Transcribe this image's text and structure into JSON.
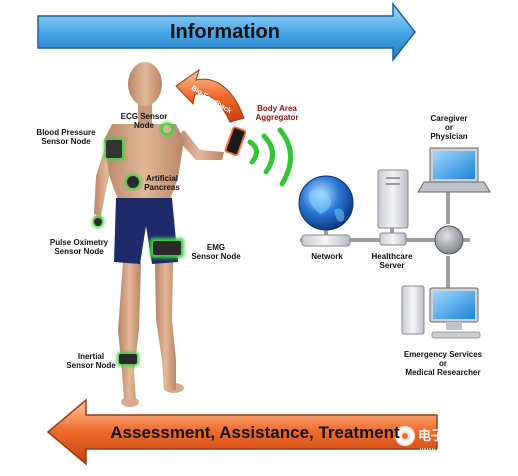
{
  "banner_top": {
    "text": "Information"
  },
  "banner_bottom": {
    "text": "Assessment, Assistance, Treatment"
  },
  "biofeedback": {
    "text": "Bio-Feedback"
  },
  "labels": {
    "ecg": [
      "ECG Sensor",
      "Node"
    ],
    "blood_pressure": [
      "Blood Pressure",
      "Sensor Node"
    ],
    "artificial_pancreas": [
      "Artificial",
      "Pancreas"
    ],
    "body_area_aggregator": [
      "Body Area",
      "Aggregator"
    ],
    "pulse_oximetry": [
      "Pulse Oximetry",
      "Sensor Node"
    ],
    "emg": [
      "EMG",
      "Sensor Node"
    ],
    "inertial": [
      "Inertial",
      "Sensor Node"
    ],
    "network": "Network",
    "healthcare_server": [
      "Healthcare",
      "Server"
    ],
    "caregiver": [
      "Caregiver",
      "or",
      "Physician"
    ],
    "emergency": [
      "Emergency Services",
      "or",
      "Medical Researcher"
    ]
  },
  "watermark": {
    "main": "电子发烧友",
    "sub": "www.elecfans.com"
  },
  "colors": {
    "banner_blue": "#4aa7e6",
    "banner_orange": "#ee6a2a",
    "sensor_glow": "#3cd23c",
    "skin": "#d6a98a",
    "shorts": "#1f2a6b"
  }
}
